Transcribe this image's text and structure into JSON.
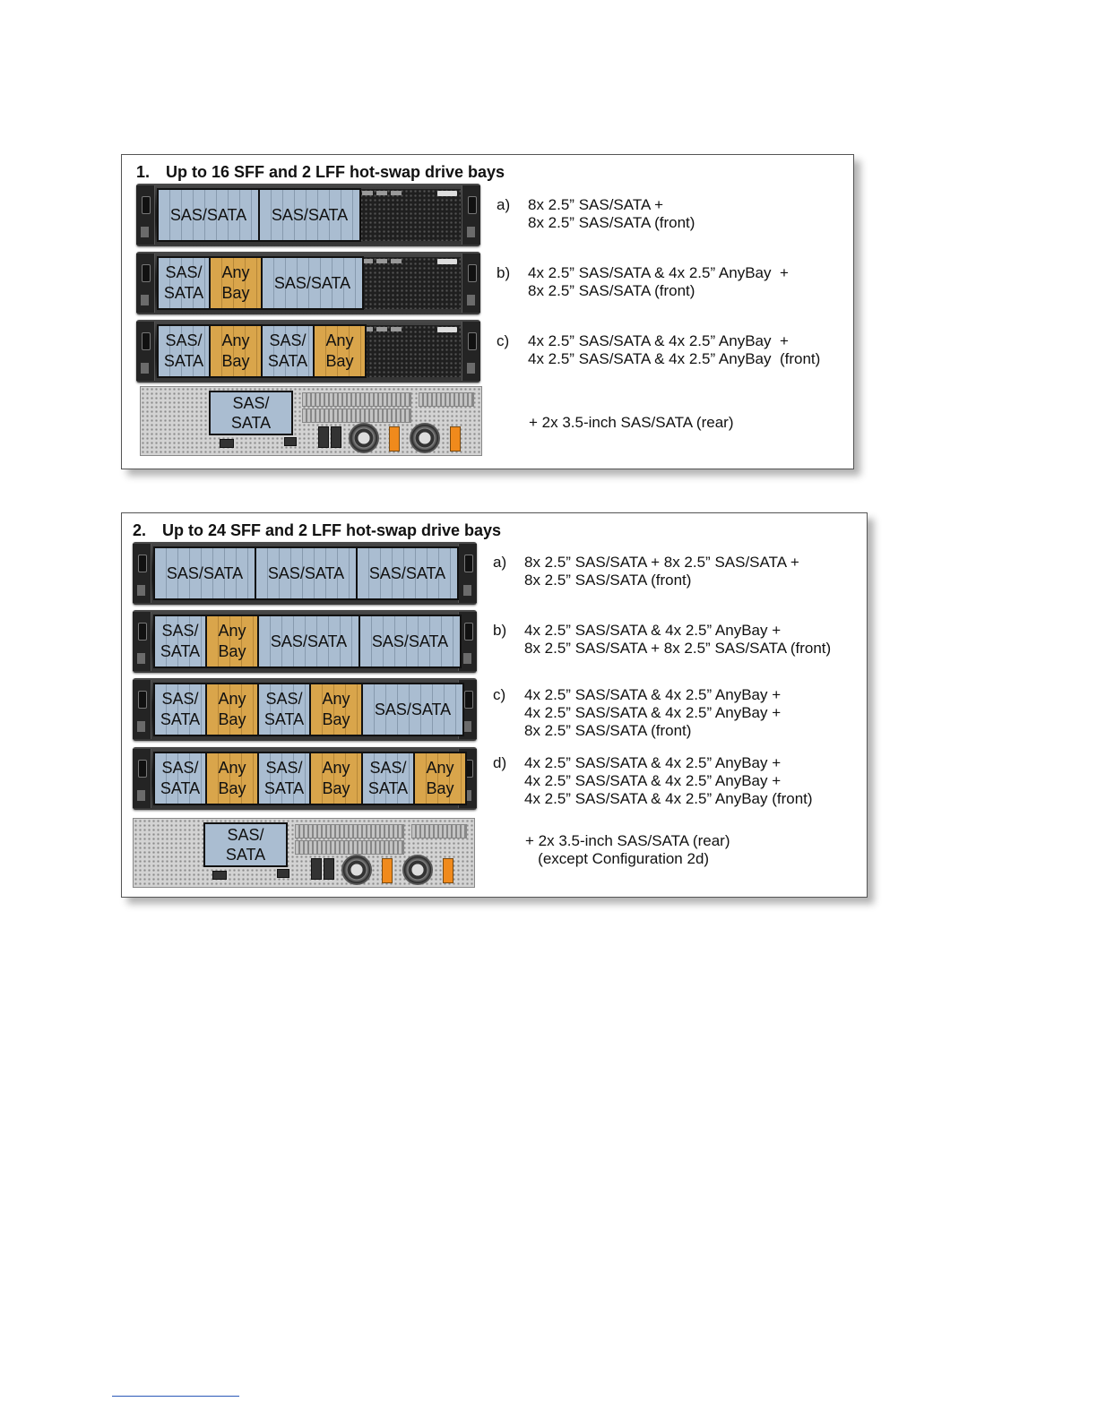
{
  "panels": [
    {
      "number": "1.",
      "title": "Up to 16 SFF and 2 LFF hot-swap drive bays",
      "front_servers": [
        {
          "cages": [
            {
              "kind": "sas",
              "label": "SAS/SATA"
            },
            {
              "kind": "sas",
              "label": "SAS/SATA"
            }
          ]
        },
        {
          "cages": [
            {
              "kind": "sas",
              "label": "SAS/\nSATA"
            },
            {
              "kind": "any",
              "label": "Any\nBay"
            },
            {
              "kind": "sas",
              "label": "SAS/SATA"
            }
          ]
        },
        {
          "cages": [
            {
              "kind": "sas",
              "label": "SAS/\nSATA"
            },
            {
              "kind": "any",
              "label": "Any\nBay"
            },
            {
              "kind": "sas",
              "label": "SAS/\nSATA"
            },
            {
              "kind": "any",
              "label": "Any\nBay"
            }
          ]
        }
      ],
      "rear_cage_label": "SAS/\nSATA",
      "options": [
        {
          "letter": "a)",
          "lines": [
            "8x 2.5” SAS/SATA +",
            "8x 2.5” SAS/SATA (front)"
          ]
        },
        {
          "letter": "b)",
          "lines": [
            "4x 2.5” SAS/SATA & 4x 2.5” AnyBay  +",
            "8x 2.5” SAS/SATA (front)"
          ]
        },
        {
          "letter": "c)",
          "lines": [
            "4x 2.5” SAS/SATA & 4x 2.5” AnyBay  +",
            "4x 2.5” SAS/SATA & 4x 2.5” AnyBay  (front)"
          ]
        }
      ],
      "rear_note": [
        "+ 2x 3.5-inch SAS/SATA (rear)"
      ]
    },
    {
      "number": "2.",
      "title": "Up to 24 SFF and 2 LFF hot-swap drive bays",
      "front_servers": [
        {
          "cages": [
            {
              "kind": "sas",
              "label": "SAS/SATA"
            },
            {
              "kind": "sas",
              "label": "SAS/SATA"
            },
            {
              "kind": "sas",
              "label": "SAS/SATA"
            }
          ]
        },
        {
          "cages": [
            {
              "kind": "sas",
              "label": "SAS/\nSATA"
            },
            {
              "kind": "any",
              "label": "Any\nBay"
            },
            {
              "kind": "sas",
              "label": "SAS/SATA"
            },
            {
              "kind": "sas",
              "label": "SAS/SATA"
            }
          ]
        },
        {
          "cages": [
            {
              "kind": "sas",
              "label": "SAS/\nSATA"
            },
            {
              "kind": "any",
              "label": "Any\nBay"
            },
            {
              "kind": "sas",
              "label": "SAS/\nSATA"
            },
            {
              "kind": "any",
              "label": "Any\nBay"
            },
            {
              "kind": "sas",
              "label": "SAS/SATA"
            }
          ]
        },
        {
          "cages": [
            {
              "kind": "sas",
              "label": "SAS/\nSATA"
            },
            {
              "kind": "any",
              "label": "Any\nBay"
            },
            {
              "kind": "sas",
              "label": "SAS/\nSATA"
            },
            {
              "kind": "any",
              "label": "Any\nBay"
            },
            {
              "kind": "sas",
              "label": "SAS/\nSATA"
            },
            {
              "kind": "any",
              "label": "Any\nBay"
            }
          ]
        }
      ],
      "rear_cage_label": "SAS/\nSATA",
      "options": [
        {
          "letter": "a)",
          "lines": [
            "8x 2.5” SAS/SATA + 8x 2.5” SAS/SATA +",
            "8x 2.5” SAS/SATA (front)"
          ]
        },
        {
          "letter": "b)",
          "lines": [
            "4x 2.5” SAS/SATA & 4x 2.5” AnyBay +",
            "8x 2.5” SAS/SATA + 8x 2.5” SAS/SATA (front)"
          ]
        },
        {
          "letter": "c)",
          "lines": [
            "4x 2.5” SAS/SATA & 4x 2.5” AnyBay +",
            "4x 2.5” SAS/SATA & 4x 2.5” AnyBay +",
            "8x 2.5” SAS/SATA (front)"
          ]
        },
        {
          "letter": "d)",
          "lines": [
            "4x 2.5” SAS/SATA & 4x 2.5” AnyBay +",
            "4x 2.5” SAS/SATA & 4x 2.5” AnyBay +",
            "4x 2.5” SAS/SATA & 4x 2.5” AnyBay (front)"
          ]
        }
      ],
      "rear_note": [
        "+ 2x 3.5-inch SAS/SATA (rear)",
        "   (except Configuration 2d)"
      ]
    }
  ],
  "colors": {
    "sas_cage": "#aabdd1",
    "anybay_cage": "#d9a54b"
  }
}
